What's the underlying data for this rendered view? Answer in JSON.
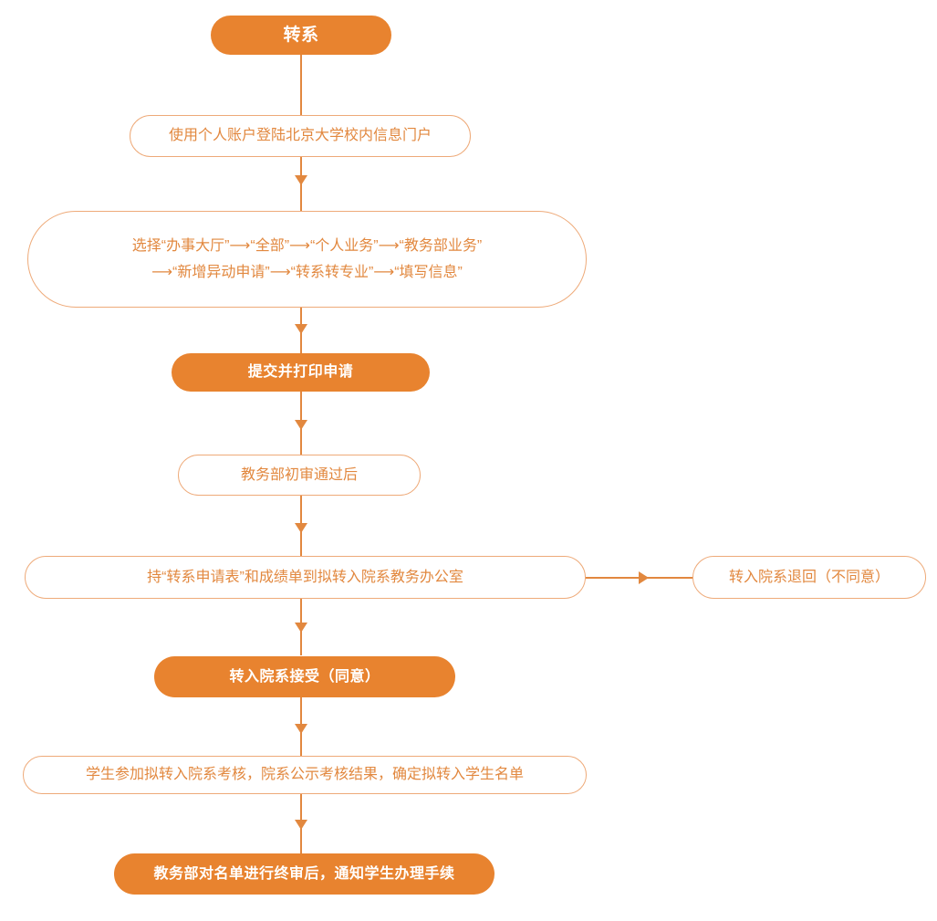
{
  "diagram": {
    "title_node": {
      "label": "转系",
      "style": "filled"
    },
    "colors": {
      "fill_orange": "#e8832f",
      "line_orange": "#e2883f",
      "border_orange": "#eeaa79",
      "text_on_fill": "#ffffff",
      "background": "#ffffff"
    },
    "nodes": [
      {
        "id": "login",
        "label": "使用个人账户登陆北京大学校内信息门户",
        "style": "outlined"
      },
      {
        "id": "steps",
        "line1": "选择“办事大厅”⟶“全部”⟶“个人业务”⟶“教务部业务”",
        "line2": "⟶“新增异动申请”⟶“转系转专业”⟶“填写信息”",
        "style": "outlined"
      },
      {
        "id": "submit",
        "label": "提交并打印申请",
        "style": "filled"
      },
      {
        "id": "review",
        "label": "教务部初审通过后",
        "style": "outlined"
      },
      {
        "id": "bring",
        "label": "持“转系申请表”和成绩单到拟转入院系教务办公室",
        "style": "outlined"
      },
      {
        "id": "reject",
        "label": "转入院系退回（不同意）",
        "style": "outlined"
      },
      {
        "id": "accept",
        "label": "转入院系接受（同意）",
        "style": "filled"
      },
      {
        "id": "assess",
        "label": "学生参加拟转入院系考核，院系公示考核结果，确定拟转入学生名单",
        "style": "outlined"
      },
      {
        "id": "final",
        "label": "教务部对名单进行终审后，通知学生办理手续",
        "style": "filled"
      }
    ]
  }
}
